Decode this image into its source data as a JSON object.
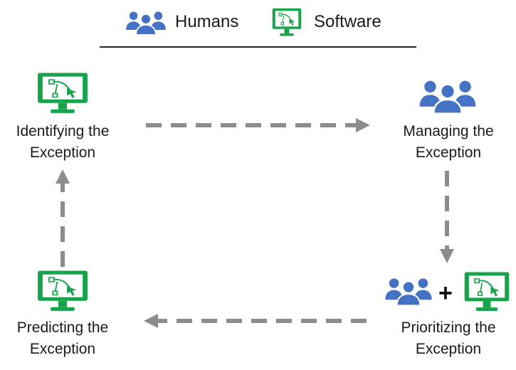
{
  "legend": {
    "humans_label": "Humans",
    "software_label": "Software"
  },
  "nodes": {
    "identifying": {
      "line1": "Identifying the",
      "line2": "Exception"
    },
    "managing": {
      "line1": "Managing the",
      "line2": "Exception"
    },
    "prioritizing": {
      "line1": "Prioritizing the",
      "line2": "Exception"
    },
    "predicting": {
      "line1": "Predicting the",
      "line2": "Exception"
    }
  },
  "plus_sign": "+",
  "colors": {
    "humans": "#4472c4",
    "software": "#17a34a",
    "arrow": "#8c8c8c",
    "divider": "#222222"
  },
  "icons": {
    "humans": "people-group-icon",
    "software": "monitor-bezier-icon"
  }
}
